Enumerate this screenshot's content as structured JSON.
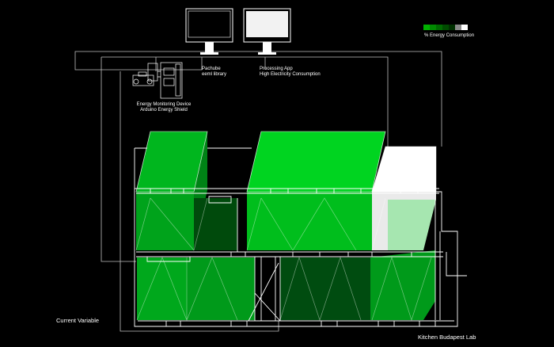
{
  "legend": {
    "label": "% Energy Consumption",
    "colors": [
      "#00b000",
      "#008a00",
      "#006a00",
      "#004c00",
      "#003000",
      "#8a8a8a",
      "#ffffff"
    ]
  },
  "labels": {
    "pachube_line1": "Pachube",
    "pachube_line2": "eeml library",
    "processing_line1": "Processing App",
    "processing_line2": "High Electricity Consumption",
    "device_line1": "Energy Monitoring Device",
    "device_line2": "Arduino Energy Shield",
    "current_variable": "Current Variable",
    "location": "Kitchen Budapest Lab"
  },
  "blocks": [
    {
      "name": "room-left-top",
      "color": "#00cc22",
      "level": 0.7
    },
    {
      "name": "room-middle-top",
      "color": "#00e020",
      "level": 0.9
    },
    {
      "name": "room-right-top",
      "color": "#ffffff",
      "level": 0.85
    },
    {
      "name": "room-left-bottom",
      "color": "#009a1a",
      "level": 0.55
    },
    {
      "name": "room-middle-bottom",
      "color": "#004c10",
      "level": 0.35
    },
    {
      "name": "room-right-bottom",
      "color": "#00a020",
      "level": 0.55
    }
  ]
}
